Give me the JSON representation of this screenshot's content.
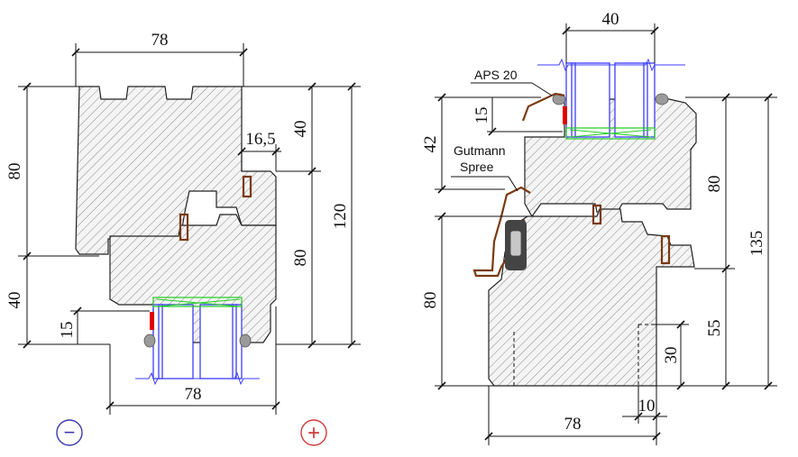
{
  "left_section": {
    "dims": {
      "top_width": "78",
      "bottom_width": "78",
      "height_upper": "80",
      "height_lower": "40",
      "offset_16_5": "16,5",
      "right_40": "40",
      "right_80": "80",
      "right_120": "120",
      "small_15": "15"
    },
    "symbol_minus": "−",
    "symbol_plus": "+",
    "colors": {
      "minus": "#3a3ab0",
      "plus": "#d23a3a"
    }
  },
  "right_section": {
    "labels": {
      "aps": "APS 20",
      "gutmann_line1": "Gutmann",
      "gutmann_line2": "Spree"
    },
    "dims": {
      "top_width": "40",
      "bottom_width": "78",
      "left_42": "42",
      "left_15": "15",
      "left_80": "80",
      "right_80": "80",
      "right_135": "135",
      "right_55": "55",
      "right_30": "30",
      "bottom_10": "10"
    }
  },
  "colors": {
    "glass": "#3d3dff",
    "spacer": "#22cc22",
    "red_marker": "#e00000",
    "drip_rail": "#7a3a10"
  }
}
